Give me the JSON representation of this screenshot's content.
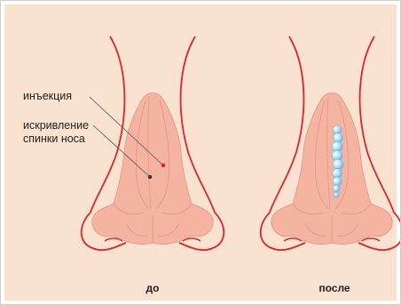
{
  "labels": {
    "injection": "инъекция",
    "deviation_line1": "искривление",
    "deviation_line2": "спинки носа"
  },
  "captions": {
    "before": "до",
    "after": "после"
  },
  "colors": {
    "background": "#f9e2d0",
    "outline": "#e0242b",
    "nose_fill": "#f5b3a2",
    "nose_stroke": "#e29582",
    "filler": "#6cc3e8",
    "injection_dot": "#e0242b",
    "deviation_dot": "#333333"
  }
}
